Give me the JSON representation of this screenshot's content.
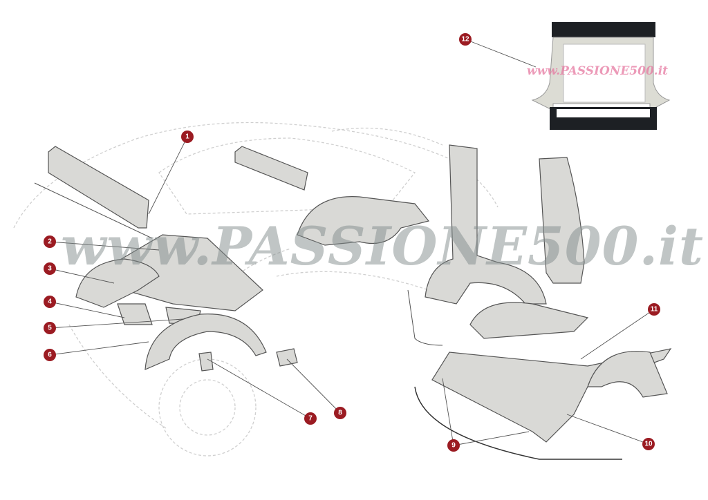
{
  "watermark_main": "www.PASSIONE500.it",
  "watermark_photo": "www.PASSIONE500.it",
  "callout_color": "#9b1b22",
  "callouts": [
    "1",
    "2",
    "3",
    "4",
    "5",
    "6",
    "7",
    "8",
    "9",
    "10",
    "11",
    "12"
  ]
}
